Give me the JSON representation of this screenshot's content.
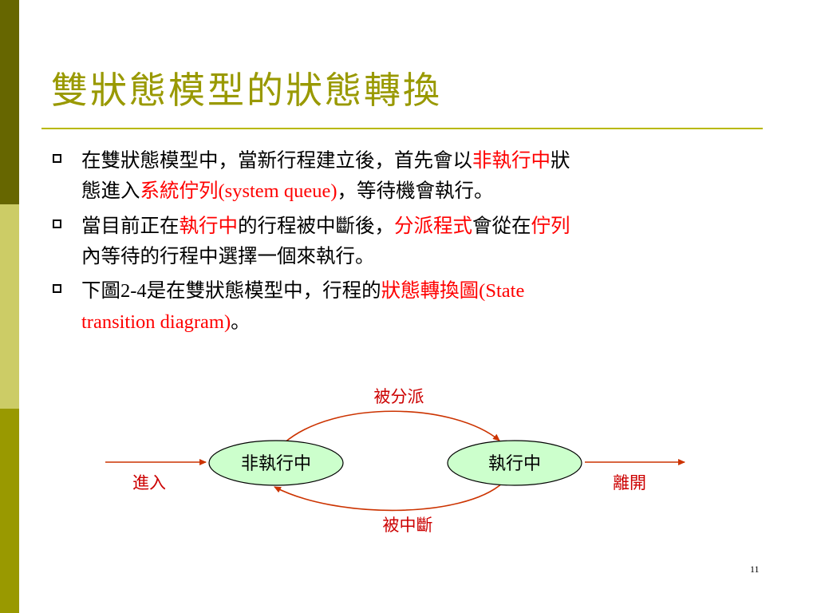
{
  "slide": {
    "title": "雙狀態模型的狀態轉換",
    "page_number": "11"
  },
  "bullets": [
    {
      "line1": [
        {
          "text": "在雙狀態模型中，當新行程建立後，首先會以",
          "red": false
        },
        {
          "text": "非執行中",
          "red": true
        },
        {
          "text": "狀",
          "red": false
        }
      ],
      "line2": [
        {
          "text": "態進入",
          "red": false
        },
        {
          "text": "系統佇列",
          "red": true
        },
        {
          "text": "(system queue)",
          "red": true,
          "latin": true
        },
        {
          "text": "，等待機會執行。",
          "red": false
        }
      ]
    },
    {
      "line1": [
        {
          "text": "當目前正在",
          "red": false
        },
        {
          "text": "執行中",
          "red": true
        },
        {
          "text": "的行程被中斷後，",
          "red": false
        },
        {
          "text": "分派程式",
          "red": true
        },
        {
          "text": "會從在",
          "red": false
        },
        {
          "text": "佇列",
          "red": true
        }
      ],
      "line2": [
        {
          "text": "內等待的行程中選擇一個來執行。",
          "red": false
        }
      ]
    },
    {
      "line1": [
        {
          "text": "下圖",
          "red": false
        },
        {
          "text": "2-4",
          "red": false,
          "latin": true
        },
        {
          "text": "是在雙狀態模型中，行程的",
          "red": false
        },
        {
          "text": "狀態轉換圖",
          "red": true
        },
        {
          "text": "(State",
          "red": true,
          "latin": true
        }
      ],
      "line2": [
        {
          "text": "transition diagram)",
          "red": true,
          "latin": true
        },
        {
          "text": "。",
          "red": false
        }
      ]
    }
  ],
  "diagram": {
    "state_not_running": "非執行中",
    "state_running": "執行中",
    "label_dispatch": "被分派",
    "label_interrupt": "被中斷",
    "label_enter": "進入",
    "label_exit": "離開",
    "node_fill": "#ccffcc",
    "arrow_color": "#cc3300",
    "label_color": "#cc0000"
  }
}
